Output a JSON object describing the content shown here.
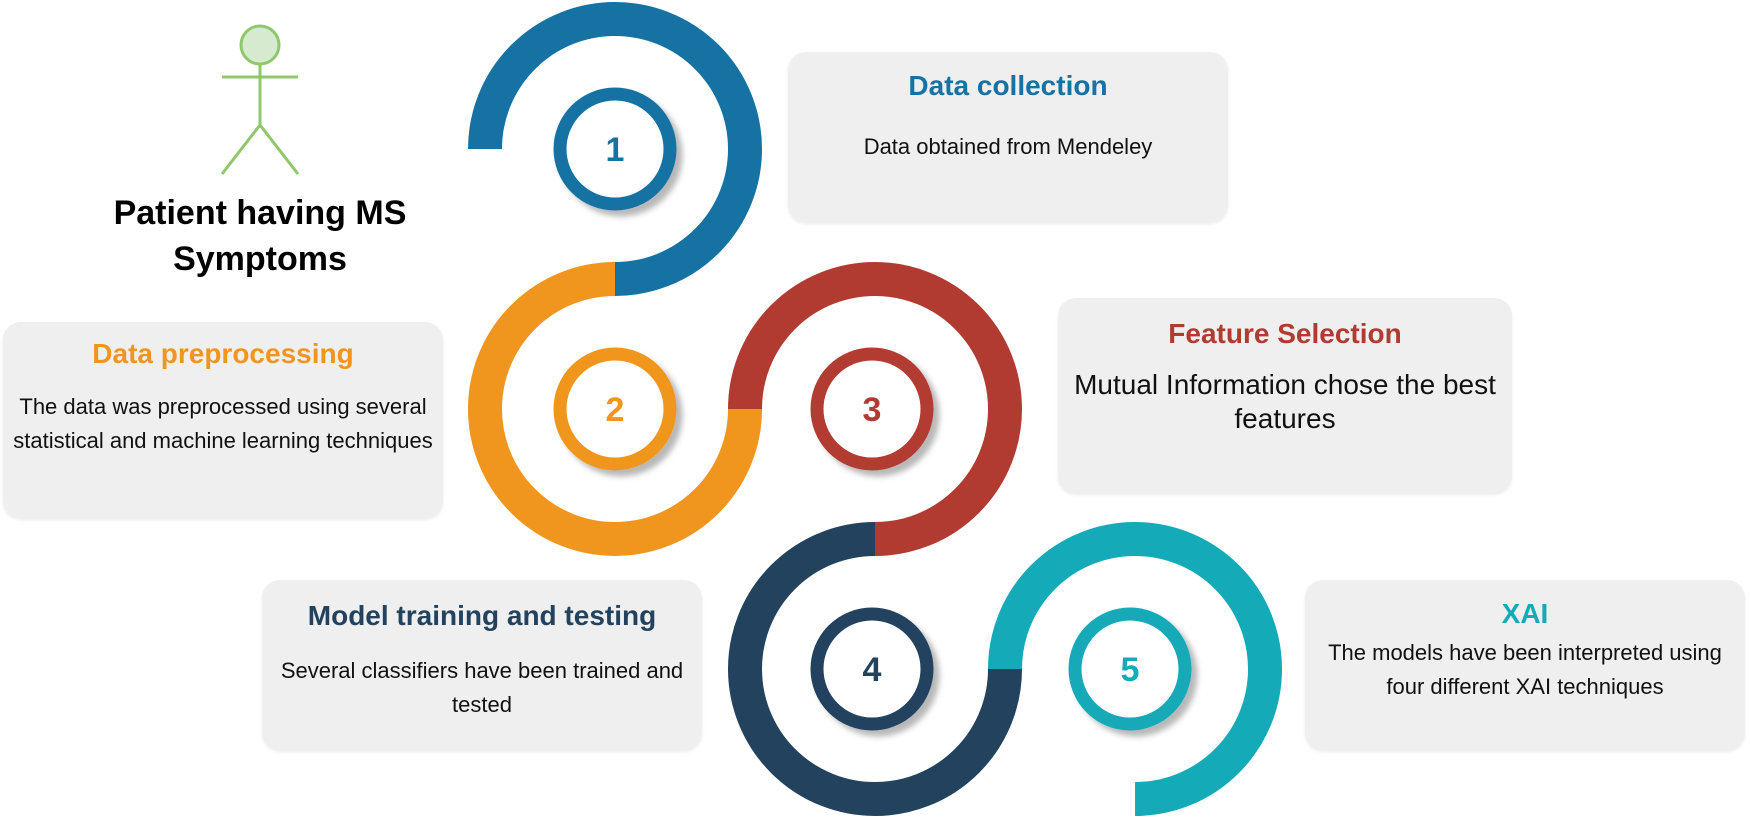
{
  "actor": {
    "label": "Patient having MS Symptoms",
    "icon": "stick-figure-icon",
    "color": "#8ec86b"
  },
  "steps": [
    {
      "number": "1",
      "title": "Data collection",
      "description": "Data obtained from Mendeley",
      "color": "#1672a3"
    },
    {
      "number": "2",
      "title": "Data preprocessing",
      "description": "The data was preprocessed using several statistical and machine learning techniques",
      "color": "#f0961e"
    },
    {
      "number": "3",
      "title": "Feature Selection",
      "description": "Mutual Information chose the best features",
      "color": "#b23b31"
    },
    {
      "number": "4",
      "title": "Model training and testing",
      "description": "Several classifiers have been trained and tested",
      "color": "#22425e"
    },
    {
      "number": "5",
      "title": "XAI",
      "description": "The models have been interpreted using four different XAI techniques",
      "color": "#14aab8"
    }
  ],
  "card_background": "#efefef"
}
